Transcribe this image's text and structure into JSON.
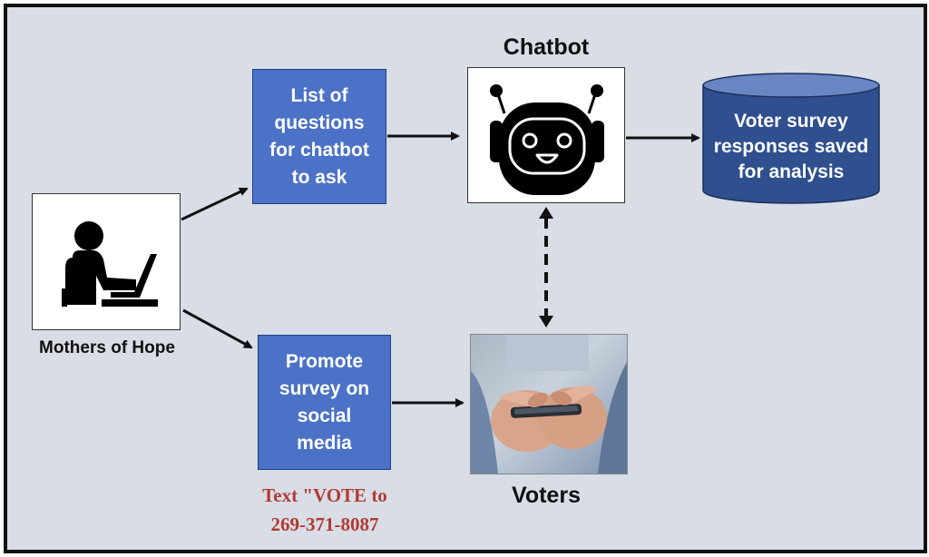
{
  "nodes": {
    "mothers": {
      "label": "Mothers of Hope",
      "icon": "person-at-laptop-icon"
    },
    "questions": {
      "lines": [
        "List of",
        "questions",
        "for chatbot",
        "to ask"
      ]
    },
    "promote": {
      "lines": [
        "Promote",
        "survey on",
        "social",
        "media"
      ]
    },
    "chatbot": {
      "title": "Chatbot",
      "icon": "robot-face-icon"
    },
    "voters": {
      "label": "Voters",
      "image": "hands-holding-smartphone-photo"
    },
    "database": {
      "lines": [
        "Voter survey",
        "responses saved",
        "for analysis"
      ]
    }
  },
  "text_note": {
    "lines": [
      "Text \"VOTE to",
      "269-371-8087"
    ]
  },
  "colors": {
    "background": "#d8dde6",
    "box_blue": "#4b72c6",
    "cylinder_blue": "#2f4f8f",
    "note_red": "#b23a32"
  }
}
